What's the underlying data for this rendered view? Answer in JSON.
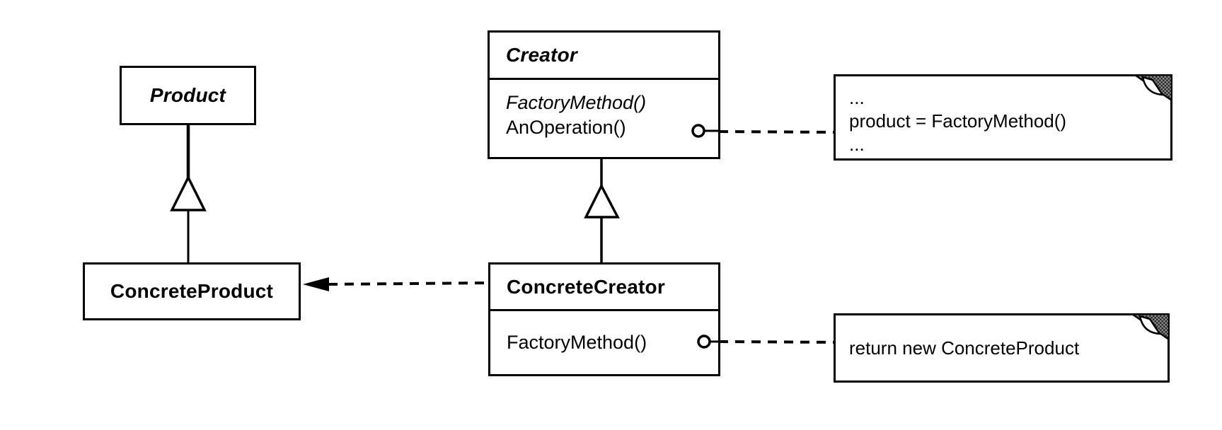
{
  "canvas": {
    "background": "#ffffff",
    "stroke": "#000000"
  },
  "classes": {
    "product": {
      "name": "Product",
      "abstract": true
    },
    "creator": {
      "name": "Creator",
      "abstract": true,
      "methods": [
        {
          "label": "FactoryMethod()",
          "abstract": true
        },
        {
          "label": "AnOperation()",
          "abstract": false
        }
      ]
    },
    "concrete_product": {
      "name": "ConcreteProduct",
      "abstract": false
    },
    "concrete_creator": {
      "name": "ConcreteCreator",
      "abstract": false,
      "methods": [
        {
          "label": "FactoryMethod()",
          "abstract": false
        }
      ]
    }
  },
  "notes": {
    "anoperation_note": {
      "lines": [
        "...",
        "product = FactoryMethod()",
        "..."
      ]
    },
    "factorymethod_note": {
      "lines": [
        "return new ConcreteProduct"
      ]
    }
  },
  "relationships": [
    {
      "type": "inheritance",
      "from": "ConcreteProduct",
      "to": "Product"
    },
    {
      "type": "inheritance",
      "from": "ConcreteCreator",
      "to": "Creator"
    },
    {
      "type": "dashed-dependency",
      "from": "ConcreteCreator",
      "to": "ConcreteProduct"
    },
    {
      "type": "note-link",
      "from": "Creator.AnOperation()",
      "to": "anoperation_note"
    },
    {
      "type": "note-link",
      "from": "ConcreteCreator.FactoryMethod()",
      "to": "factorymethod_note"
    }
  ],
  "icons": {
    "note_fold": "folded-corner",
    "inheritance_head": "hollow-triangle",
    "dependency_head": "filled-arrow",
    "note_anchor": "small-circle"
  }
}
